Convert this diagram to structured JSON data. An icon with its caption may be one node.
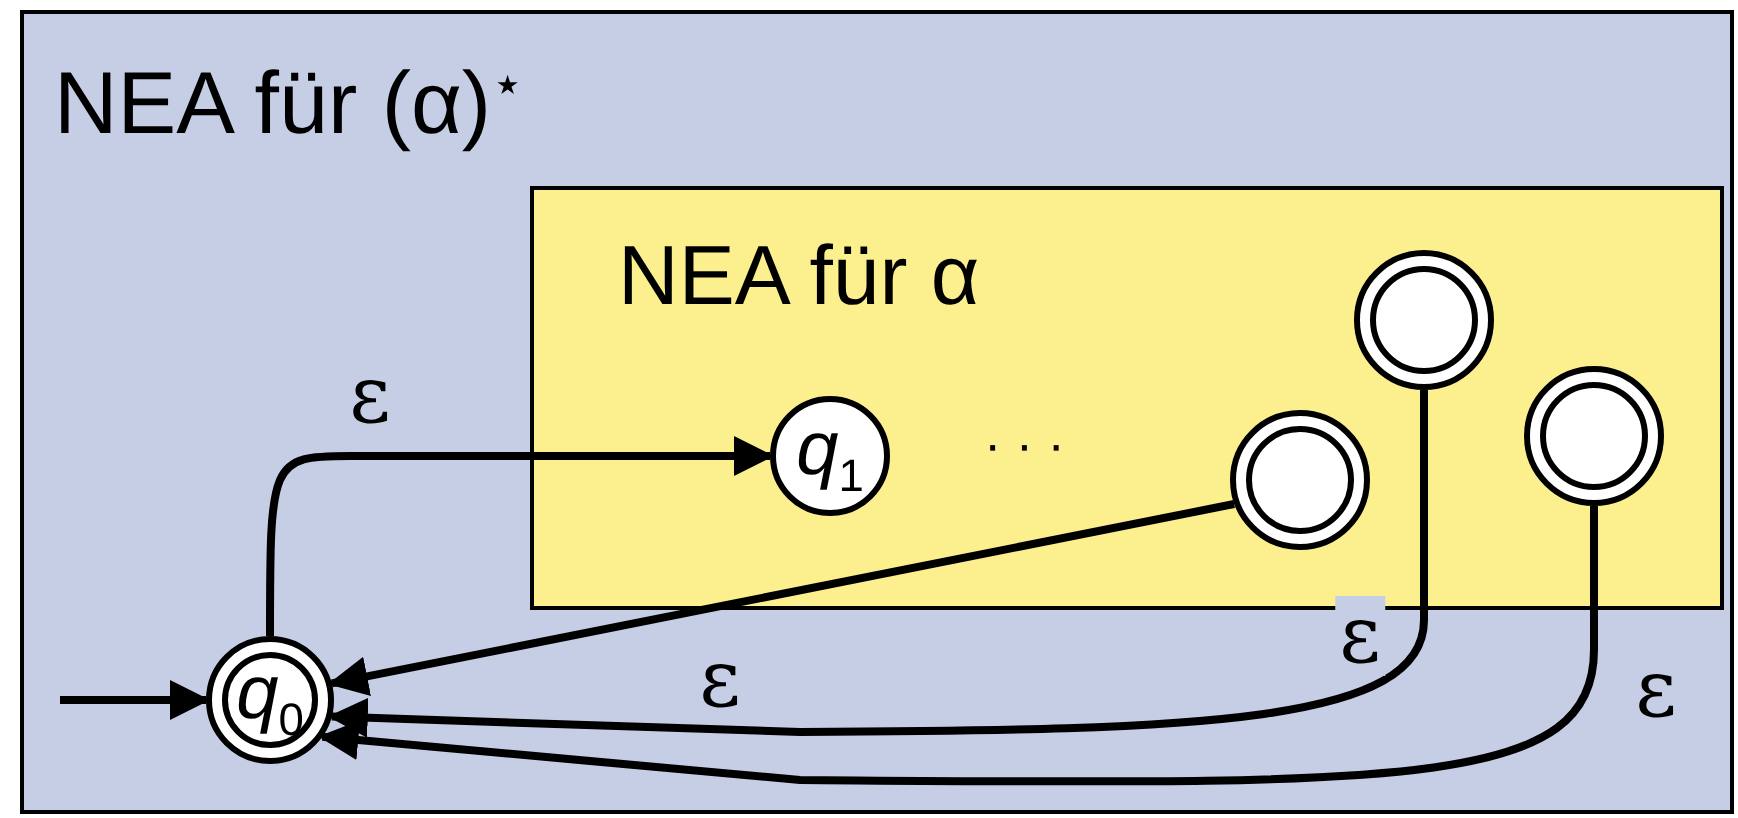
{
  "diagram": {
    "nodes": [
      {
        "text": [
          "NEA für (α)$^{⋆}$"
        ]
      },
      {
        "text": [
          "NEA für α"
        ],
        "in": 0
      },
      {
        "text": [
          "q$_{0}$"
        ],
        "in": 0
      },
      {
        "text": [
          "q$_{1}$"
        ],
        "in": 1
      },
      {
        "text": [],
        "shape": "circle",
        "in": 1
      },
      {
        "text": [],
        "shape": "circle",
        "in": 1
      },
      {
        "text": [],
        "shape": "circle",
        "in": 1
      }
    ],
    "edges": [
      {
        "from": null,
        "to": 2,
        "arrow": "to"
      },
      {
        "from": 2,
        "to": 3,
        "arrow": "to",
        "label": "ε"
      },
      {
        "from": 4,
        "to": 2,
        "arrow": "to",
        "label": "ε"
      },
      {
        "from": 5,
        "to": 2,
        "arrow": "to",
        "label": "ε"
      },
      {
        "from": 6,
        "to": 2,
        "arrow": "to",
        "label": "ε"
      }
    ],
    "labels": [
      "· · ·"
    ]
  }
}
